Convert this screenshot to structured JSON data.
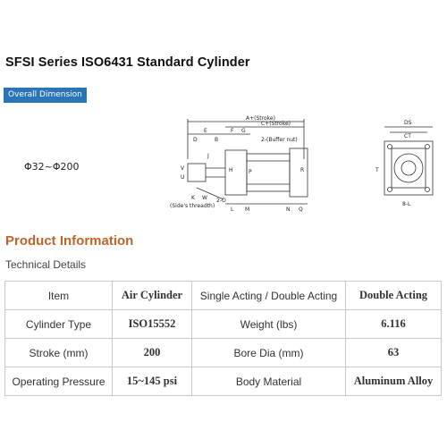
{
  "header": {
    "title": "SFSI Series ISO6431 Standard Cylinder",
    "badge": "Overall Dimension"
  },
  "drawing": {
    "bore_range": "Φ32~Φ200",
    "labels": {
      "a_stroke": "A+(Stroke)",
      "c_stroke": "C+(Stroke)",
      "z_buffer": "2-(Buffer nut)",
      "e": "E",
      "b": "B",
      "f": "F",
      "g": "G",
      "d": "D",
      "j": "J",
      "v": "V",
      "u": "U",
      "k": "K",
      "w": "W",
      "side_thread": "(Side's threadth)",
      "h": "H",
      "p": "P",
      "r": "R",
      "t": "T",
      "two_o": "2-O",
      "l": "L",
      "m": "M",
      "n": "N",
      "q": "Q",
      "ds": "DS",
      "ct": "CT",
      "s_l": "8-L"
    }
  },
  "product": {
    "section_title": "Product Information",
    "subtitle": "Technical Details"
  },
  "specs": {
    "rows": [
      [
        "Item",
        "Air Cylinder",
        "Single Acting / Double Acting",
        "Double Acting"
      ],
      [
        "Cylinder Type",
        "ISO15552",
        "Weight (lbs)",
        "6.116"
      ],
      [
        "Stroke (mm)",
        "200",
        "Bore Dia (mm)",
        "63"
      ],
      [
        "Operating Pressure",
        "15~145 psi",
        "Body Material",
        "Aluminum Alloy"
      ]
    ]
  }
}
